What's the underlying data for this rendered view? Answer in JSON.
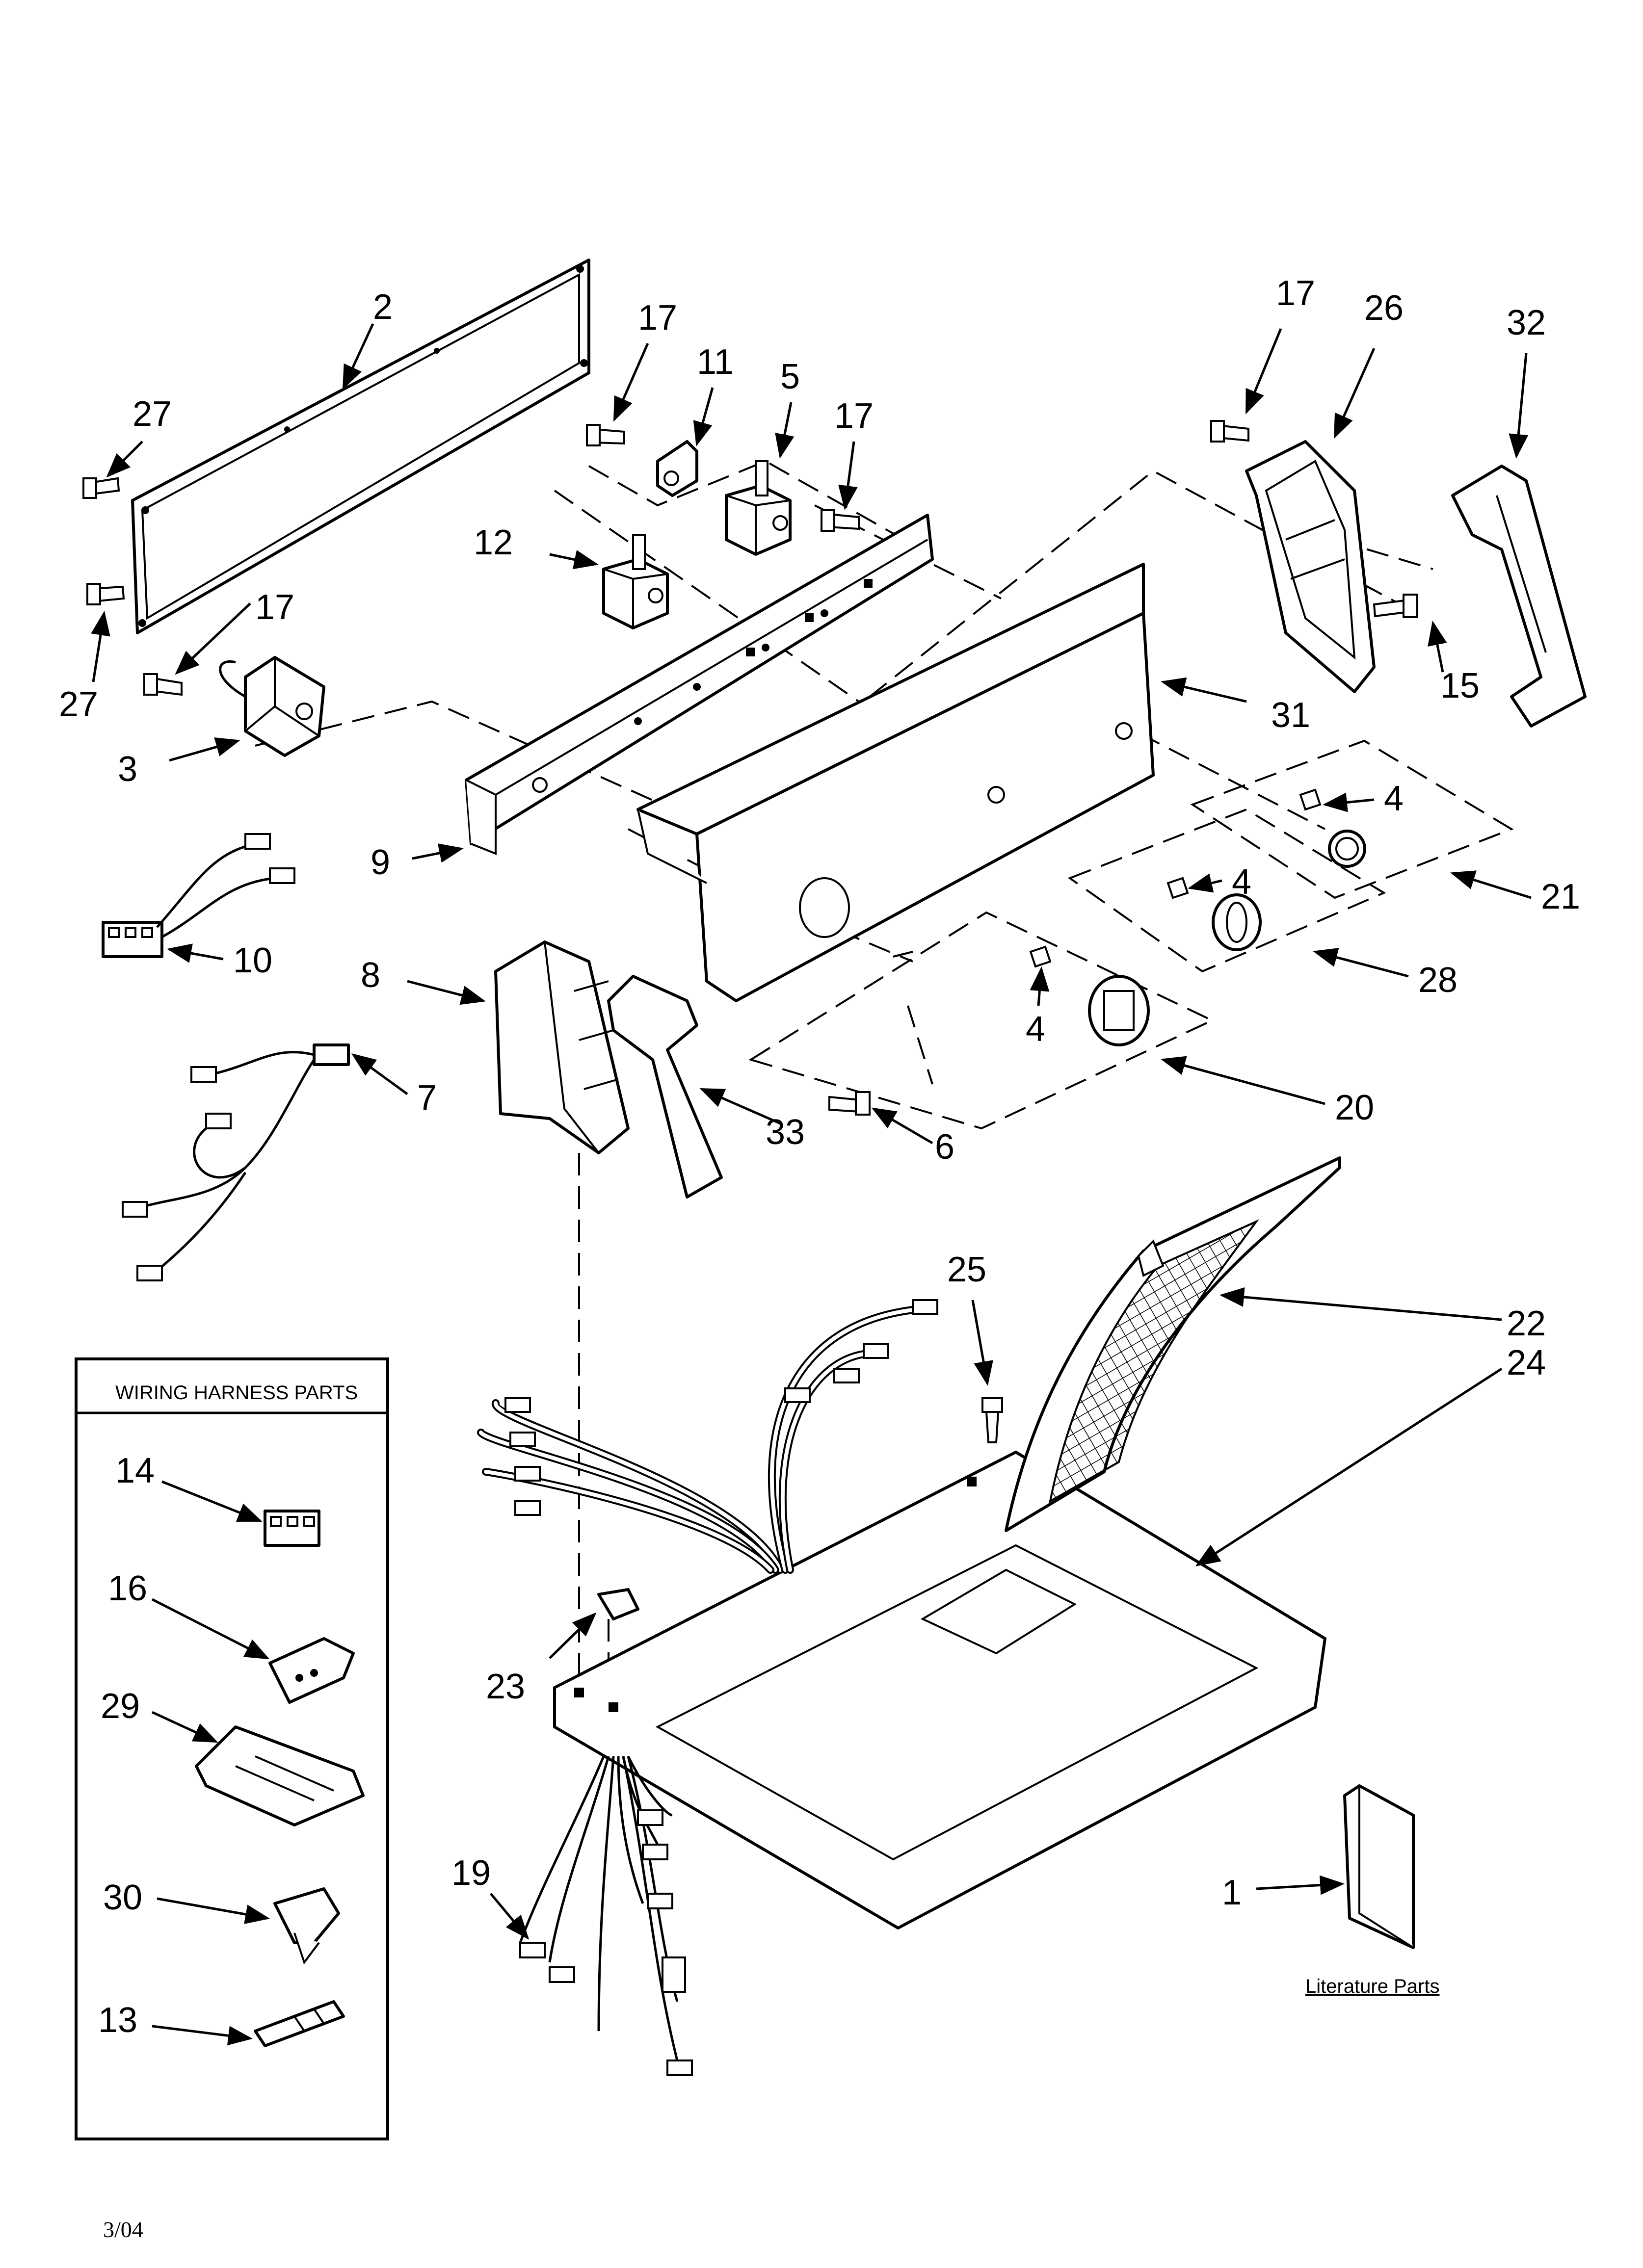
{
  "diagram": {
    "date_code": "3/04",
    "wiring_box_title": "WIRING HARNESS PARTS",
    "literature_label": "Literature Parts",
    "callouts": [
      {
        "id": "c-2",
        "text": "2"
      },
      {
        "id": "c-27a",
        "text": "27"
      },
      {
        "id": "c-27b",
        "text": "27"
      },
      {
        "id": "c-17a",
        "text": "17"
      },
      {
        "id": "c-11",
        "text": "11"
      },
      {
        "id": "c-5",
        "text": "5"
      },
      {
        "id": "c-17b",
        "text": "17"
      },
      {
        "id": "c-12",
        "text": "12"
      },
      {
        "id": "c-17c",
        "text": "17"
      },
      {
        "id": "c-3",
        "text": "3"
      },
      {
        "id": "c-9",
        "text": "9"
      },
      {
        "id": "c-10",
        "text": "10"
      },
      {
        "id": "c-8",
        "text": "8"
      },
      {
        "id": "c-7",
        "text": "7"
      },
      {
        "id": "c-33",
        "text": "33"
      },
      {
        "id": "c-6",
        "text": "6"
      },
      {
        "id": "c-17d",
        "text": "17"
      },
      {
        "id": "c-26",
        "text": "26"
      },
      {
        "id": "c-32",
        "text": "32"
      },
      {
        "id": "c-15",
        "text": "15"
      },
      {
        "id": "c-31",
        "text": "31"
      },
      {
        "id": "c-4a",
        "text": "4"
      },
      {
        "id": "c-4b",
        "text": "4"
      },
      {
        "id": "c-4c",
        "text": "4"
      },
      {
        "id": "c-21",
        "text": "21"
      },
      {
        "id": "c-28",
        "text": "28"
      },
      {
        "id": "c-20",
        "text": "20"
      },
      {
        "id": "c-25",
        "text": "25"
      },
      {
        "id": "c-22",
        "text": "22"
      },
      {
        "id": "c-24",
        "text": "24"
      },
      {
        "id": "c-23",
        "text": "23"
      },
      {
        "id": "c-19",
        "text": "19"
      },
      {
        "id": "c-1",
        "text": "1"
      },
      {
        "id": "c-14",
        "text": "14"
      },
      {
        "id": "c-16",
        "text": "16"
      },
      {
        "id": "c-29",
        "text": "29"
      },
      {
        "id": "c-30",
        "text": "30"
      },
      {
        "id": "c-13",
        "text": "13"
      }
    ]
  }
}
